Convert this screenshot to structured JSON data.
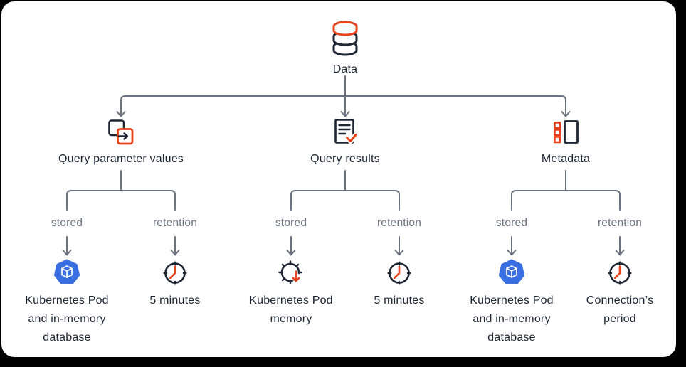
{
  "colors": {
    "background": "#000000",
    "card": "#ffffff",
    "dark": "#1d2633",
    "gray": "#6b7280",
    "accent_red": "#e8431a",
    "kubernetes_blue": "#3a6fe2"
  },
  "root": {
    "label": "Data",
    "icon": "database-icon"
  },
  "branches": [
    {
      "label": "Query parameter values",
      "icon": "copy-arrow-icon",
      "children": [
        {
          "relation": "stored",
          "icon": "kubernetes-icon",
          "lines": [
            "Kubernetes Pod",
            "and in-memory",
            "database"
          ]
        },
        {
          "relation": "retention",
          "icon": "clock-icon",
          "lines": [
            "5 minutes"
          ]
        }
      ]
    },
    {
      "label": "Query results",
      "icon": "document-check-icon",
      "children": [
        {
          "relation": "stored",
          "icon": "memory-download-icon",
          "lines": [
            "Kubernetes Pod",
            "memory"
          ]
        },
        {
          "relation": "retention",
          "icon": "clock-icon",
          "lines": [
            "5 minutes"
          ]
        }
      ]
    },
    {
      "label": "Metadata",
      "icon": "metadata-list-icon",
      "children": [
        {
          "relation": "stored",
          "icon": "kubernetes-icon",
          "lines": [
            "Kubernetes Pod",
            "and in-memory",
            "database"
          ]
        },
        {
          "relation": "retention",
          "icon": "clock-icon",
          "lines": [
            "Connection’s",
            "period"
          ]
        }
      ]
    }
  ]
}
